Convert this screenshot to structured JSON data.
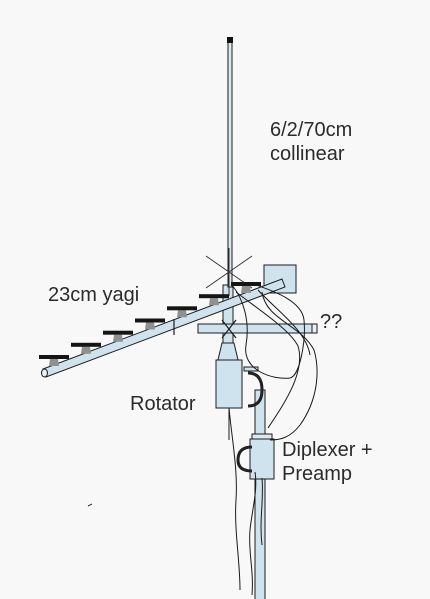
{
  "labels": {
    "collinear": [
      "6/2/70cm",
      "collinear"
    ],
    "yagi": "23cm yagi",
    "unknown": "??",
    "rotator": "Rotator",
    "diplexer": [
      "Diplexer +",
      "Preamp"
    ]
  },
  "colors": {
    "background": "#f8f8f8",
    "tube_fill": "#cfe3ee",
    "outline": "#1c1c1c",
    "element": "#151515",
    "clamp": "#909090",
    "cable": "#1a1a1a",
    "text": "#2b2b2b"
  },
  "yagi": {
    "director_count": 7
  }
}
